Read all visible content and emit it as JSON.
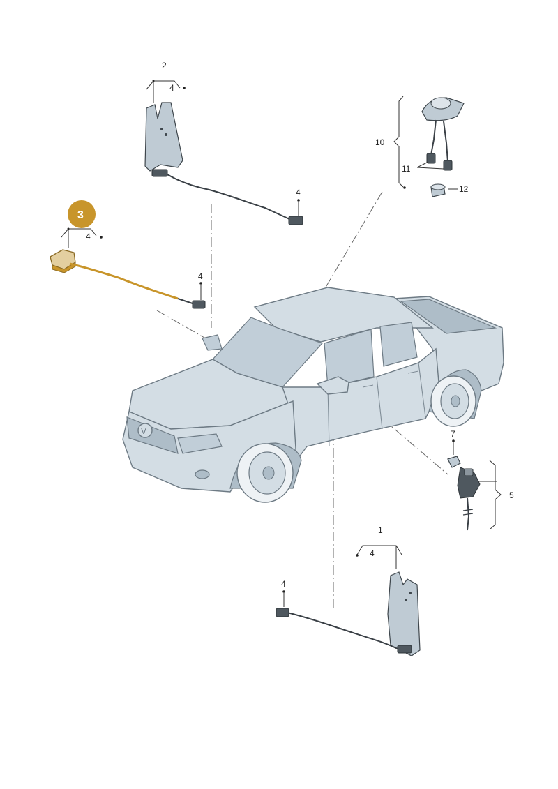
{
  "labels": {
    "part_1": "1",
    "part_2": "2",
    "part_3": "3",
    "part_4": "4",
    "part_5": "5",
    "part_7": "7",
    "part_10": "10",
    "part_11": "11",
    "part_12": "12"
  },
  "colors": {
    "highlight": "#c8952b",
    "car_fill": "#d3dde4",
    "outline": "#6d7a84"
  }
}
